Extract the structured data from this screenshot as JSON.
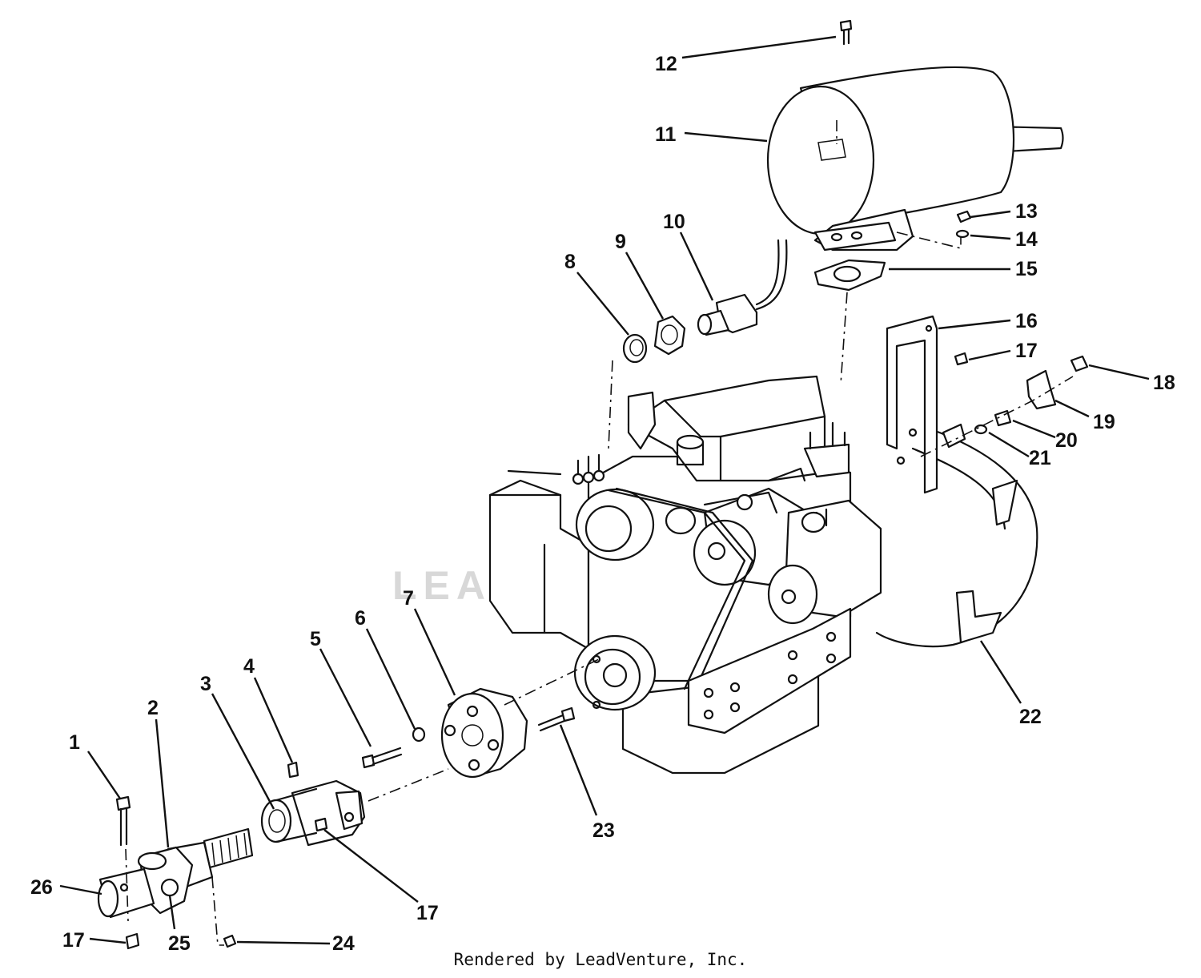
{
  "watermark": "LEADVENTURE",
  "footer": "Rendered by LeadVenture, Inc.",
  "callouts": [
    "1",
    "2",
    "3",
    "4",
    "5",
    "6",
    "7",
    "8",
    "9",
    "10",
    "11",
    "12",
    "13",
    "14",
    "15",
    "16",
    "17",
    "18",
    "19",
    "20",
    "21",
    "22",
    "23",
    "24",
    "25",
    "26"
  ]
}
